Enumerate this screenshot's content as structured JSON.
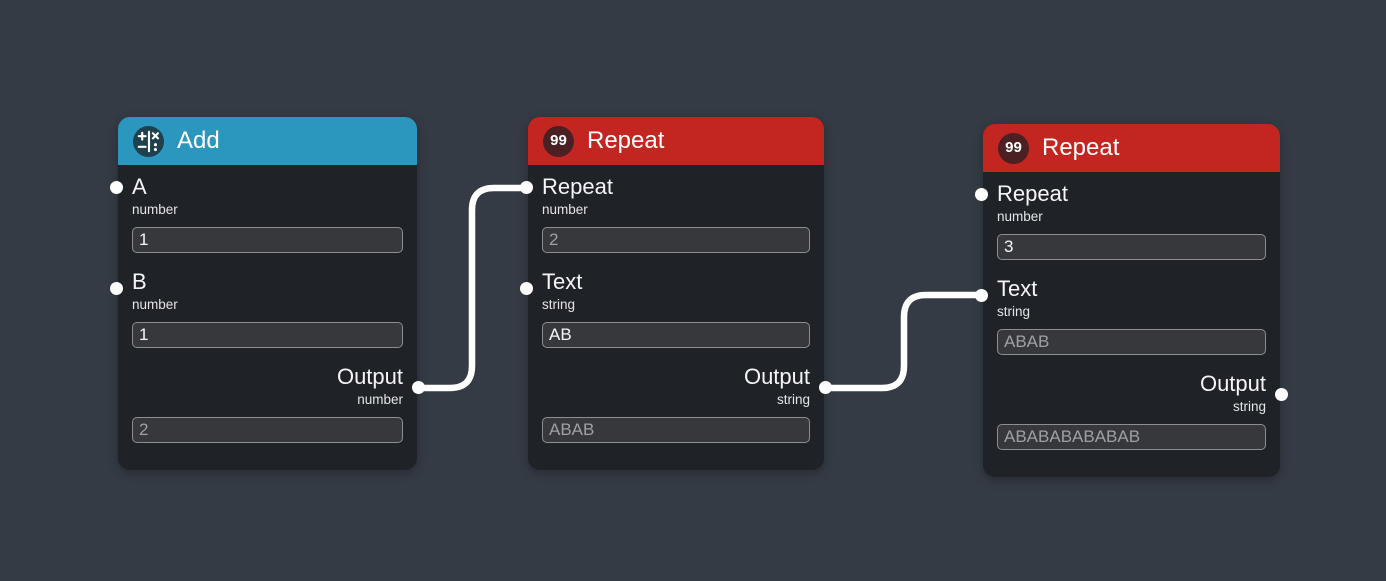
{
  "editor": {
    "background_color": "#353b44",
    "wire_color": "#ffffff",
    "node_body_color": "#1f2227",
    "header_colors": {
      "add": "#2b96be",
      "repeat": "#c32621"
    }
  },
  "icons": {
    "quote_glyph": "99"
  },
  "nodes": [
    {
      "title": "Add",
      "icon": "math-operations-icon",
      "inputs": [
        {
          "name": "A",
          "type": "number",
          "value": "1",
          "connected": false
        },
        {
          "name": "B",
          "type": "number",
          "value": "1",
          "connected": false
        }
      ],
      "output": {
        "name": "Output",
        "type": "number",
        "value": "2",
        "connected": true
      }
    },
    {
      "title": "Repeat",
      "icon": "quote-icon",
      "inputs": [
        {
          "name": "Repeat",
          "type": "number",
          "value": "2",
          "connected": true
        },
        {
          "name": "Text",
          "type": "string",
          "value": "AB",
          "connected": false
        }
      ],
      "output": {
        "name": "Output",
        "type": "string",
        "value": "ABAB",
        "connected": true
      }
    },
    {
      "title": "Repeat",
      "icon": "quote-icon",
      "inputs": [
        {
          "name": "Repeat",
          "type": "number",
          "value": "3",
          "connected": false
        },
        {
          "name": "Text",
          "type": "string",
          "value": "ABAB",
          "connected": true
        }
      ],
      "output": {
        "name": "Output",
        "type": "string",
        "value": "ABABABABABAB",
        "connected": false
      }
    }
  ],
  "wires": [
    {
      "from": "Add.Output",
      "to": "Repeat.Repeat"
    },
    {
      "from": "Repeat.Output",
      "to": "Repeat2.Text"
    }
  ]
}
